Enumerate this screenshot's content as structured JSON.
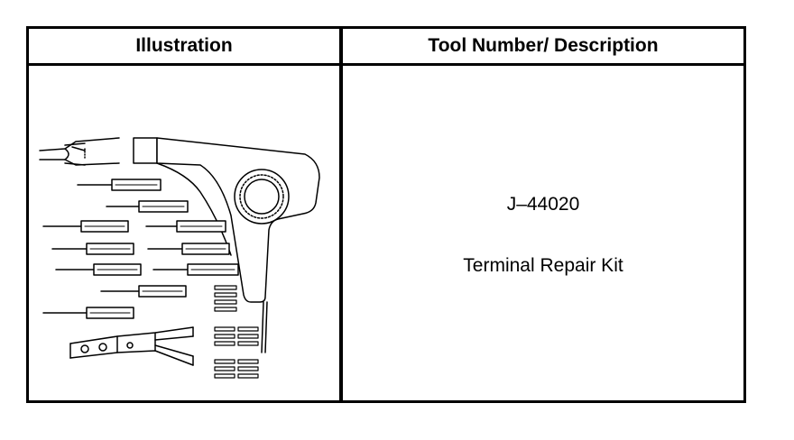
{
  "table": {
    "headers": {
      "illustration": "Illustration",
      "tool": "Tool Number/ Description"
    },
    "rows": [
      {
        "tool_number": "J–44020",
        "description": "Terminal Repair Kit",
        "illustration": "terminal-repair-kit-drawing"
      }
    ]
  }
}
